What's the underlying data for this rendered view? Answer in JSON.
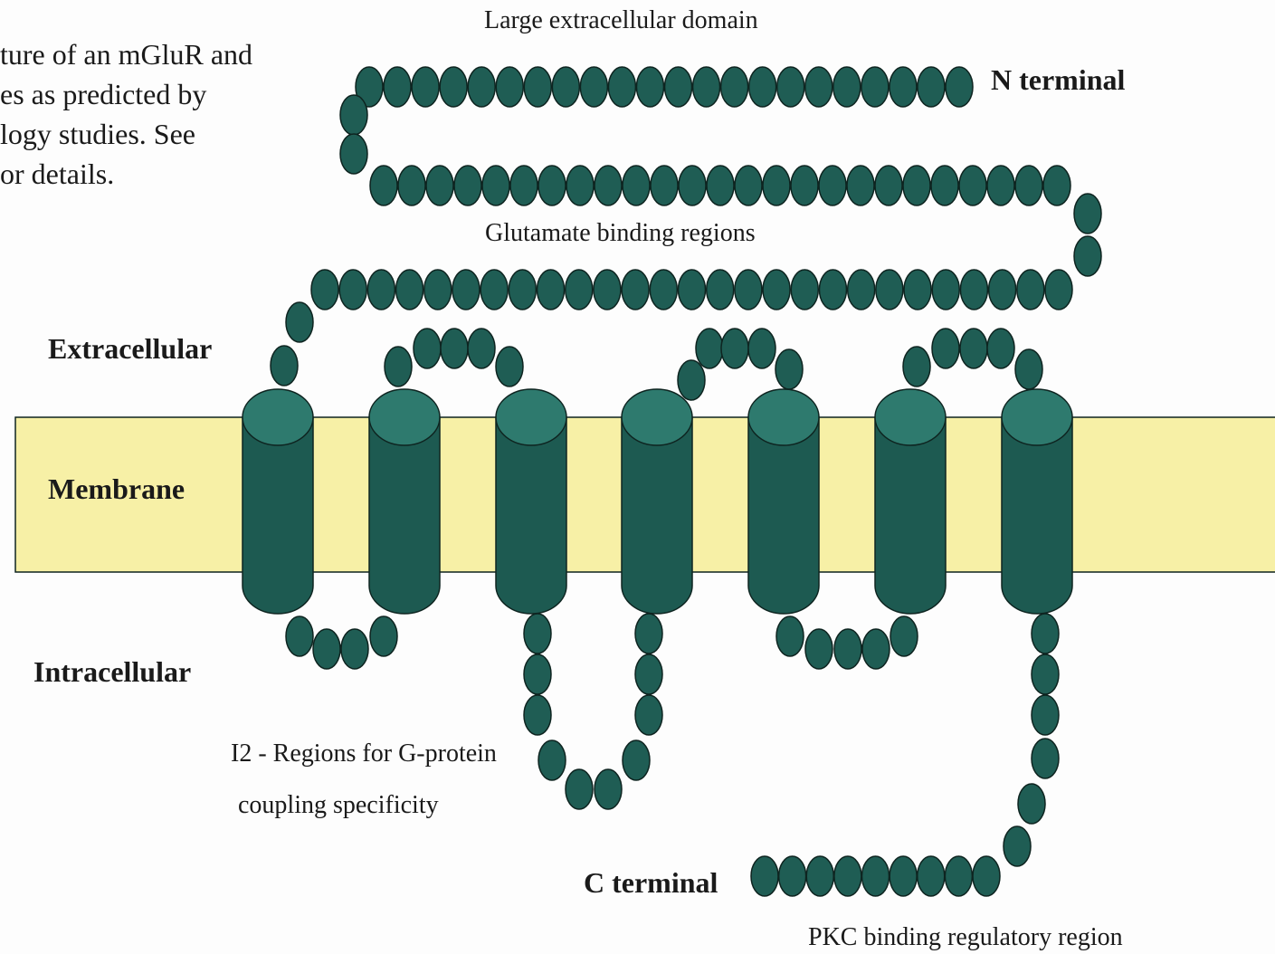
{
  "caption_lines": [
    "ture of an mGluR and",
    "es as predicted by",
    "logy studies.  See",
    "or details."
  ],
  "labels": {
    "large_extracellular_domain": "Large extracellular domain",
    "n_terminal": "N terminal",
    "glutamate_binding_regions": "Glutamate binding regions",
    "extracellular": "Extracellular",
    "membrane": "Membrane",
    "intracellular": "Intracellular",
    "i2_line1": "I2 - Regions for G-protein",
    "i2_line2": "coupling specificity",
    "c_terminal": "C terminal",
    "pkc_region": "PKC binding regulatory region"
  },
  "colors": {
    "bead_fill": "#1f5d54",
    "bead_top": "#2e7a6e",
    "helix_fill": "#1d5a51",
    "membrane": "#f7f0a6",
    "outline": "#0e2420"
  },
  "transmembrane_helix_count": 7
}
